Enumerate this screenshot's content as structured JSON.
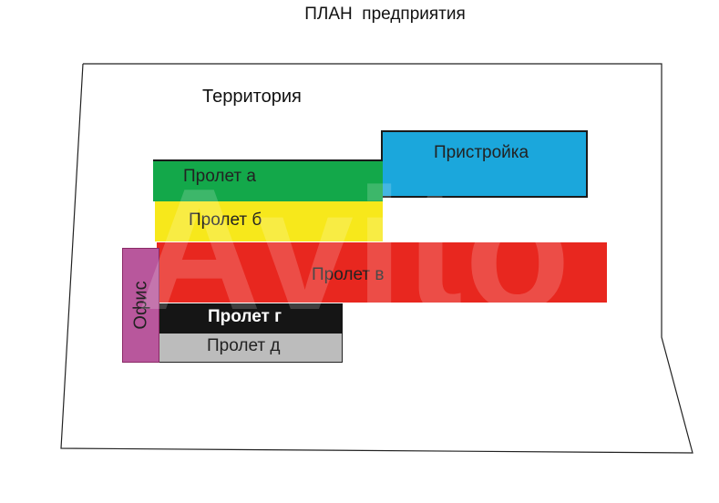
{
  "title": "ПЛАН  предприятия",
  "territory": {
    "label": "Территория"
  },
  "zones": {
    "annex": {
      "label": "Пристройка",
      "color": "#1ba7dc"
    },
    "bay_a": {
      "label": "Пролет а",
      "color": "#13a84a"
    },
    "bay_b": {
      "label": "Пролет б",
      "color": "#f7e81b"
    },
    "bay_v": {
      "label": "Пролет в",
      "color": "#e8271f"
    },
    "bay_g": {
      "label": "Пролет г",
      "color": "#151515"
    },
    "bay_d": {
      "label": "Пролет д",
      "color": "#bcbcbc"
    },
    "office": {
      "label": "Офис",
      "color": "#b8579c"
    }
  }
}
